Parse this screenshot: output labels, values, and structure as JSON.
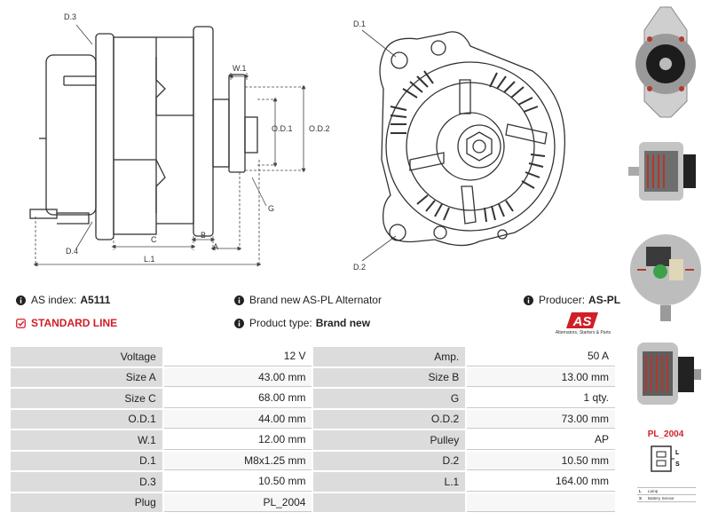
{
  "drawing": {
    "labels": {
      "d3": "D.3",
      "d4": "D.4",
      "w1": "W.1",
      "od1": "O.D.1",
      "od2": "O.D.2",
      "g": "G",
      "c": "C",
      "b": "B",
      "a": "A",
      "l1": "L.1",
      "d1": "D.1",
      "d2": "D.2"
    }
  },
  "header": {
    "as_index_label": "AS index:",
    "as_index_value": "A5111",
    "description": "Brand new AS-PL Alternator",
    "producer_label": "Producer:",
    "producer_value": "AS-PL",
    "standard_line": "STANDARD LINE",
    "product_type_label": "Product type:",
    "product_type_value": "Brand new"
  },
  "logo": {
    "text": "AS",
    "subtitle": "Alternators, Starters & Parts"
  },
  "colors": {
    "brand_red": "#d01f27",
    "key_cell": "#dcdcdc"
  },
  "icons": {
    "info": "info-circle-icon",
    "standard": "checkbox-check-icon"
  },
  "specs": {
    "rows": [
      {
        "k1": "Voltage",
        "v1": "12 V",
        "k2": "Amp.",
        "v2": "50 A"
      },
      {
        "k1": "Size A",
        "v1": "43.00 mm",
        "k2": "Size B",
        "v2": "13.00 mm"
      },
      {
        "k1": "Size C",
        "v1": "68.00 mm",
        "k2": "G",
        "v2": "1 qty."
      },
      {
        "k1": "O.D.1",
        "v1": "44.00 mm",
        "k2": "O.D.2",
        "v2": "73.00 mm"
      },
      {
        "k1": "W.1",
        "v1": "12.00 mm",
        "k2": "Pulley",
        "v2": "AP"
      },
      {
        "k1": "D.1",
        "v1": "M8x1.25 mm",
        "k2": "D.2",
        "v2": "10.50 mm"
      },
      {
        "k1": "D.3",
        "v1": "10.50 mm",
        "k2": "L.1",
        "v2": "164.00 mm"
      },
      {
        "k1": "Plug",
        "v1": "PL_2004",
        "k2": "",
        "v2": ""
      }
    ]
  },
  "plug": {
    "title": "PL_2004",
    "terminals": {
      "l": "L",
      "s": "S"
    },
    "legend": [
      {
        "key": "L",
        "value": "Lamp"
      },
      {
        "key": "S",
        "value": "Battery Sensor"
      }
    ]
  }
}
